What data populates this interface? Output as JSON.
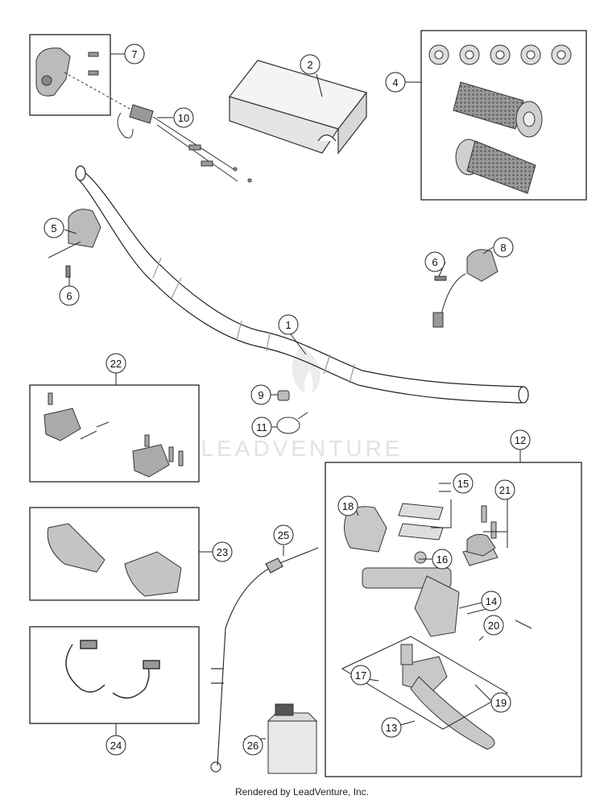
{
  "watermark": "LEADVENTURE",
  "footer": "Rendered by LeadVenture, Inc.",
  "callouts": {
    "c1": "1",
    "c2": "2",
    "c4": "4",
    "c5": "5",
    "c6a": "6",
    "c6b": "6",
    "c7": "7",
    "c8": "8",
    "c9": "9",
    "c10": "10",
    "c11": "11",
    "c12": "12",
    "c13": "13",
    "c14": "14",
    "c15": "15",
    "c16": "16",
    "c17": "17",
    "c18": "18",
    "c19": "19",
    "c20": "20",
    "c21": "21",
    "c22": "22",
    "c23": "23",
    "c24": "24",
    "c25": "25",
    "c26": "26"
  }
}
